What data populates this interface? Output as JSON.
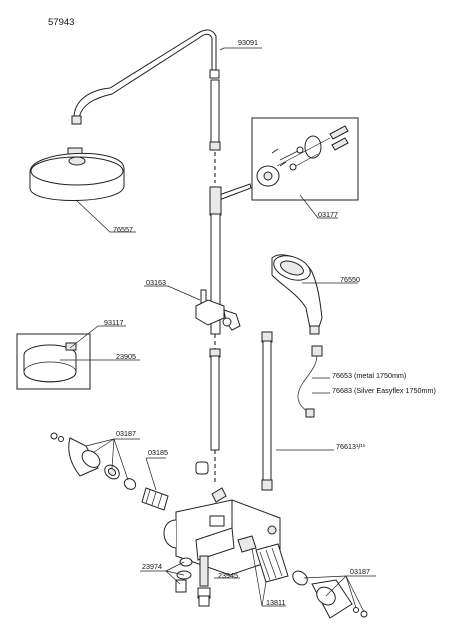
{
  "diagram": {
    "title": "57943",
    "labels": {
      "p93091": "93091",
      "p76557": "76557",
      "p03177": "03177",
      "p76550": "76550",
      "p03163": "03163",
      "p93117": "93117",
      "p23905": "23905",
      "p76653": "76653 (metal 1750mm)",
      "p76683": "76683 (Silver Easyflex 1750mm)",
      "p03187a": "03187",
      "p03185": "03185",
      "p76613": "76613¹/¹¹",
      "p23974": "23974",
      "p23945": "23945",
      "p13811": "13811",
      "p03187b": "03187"
    }
  }
}
